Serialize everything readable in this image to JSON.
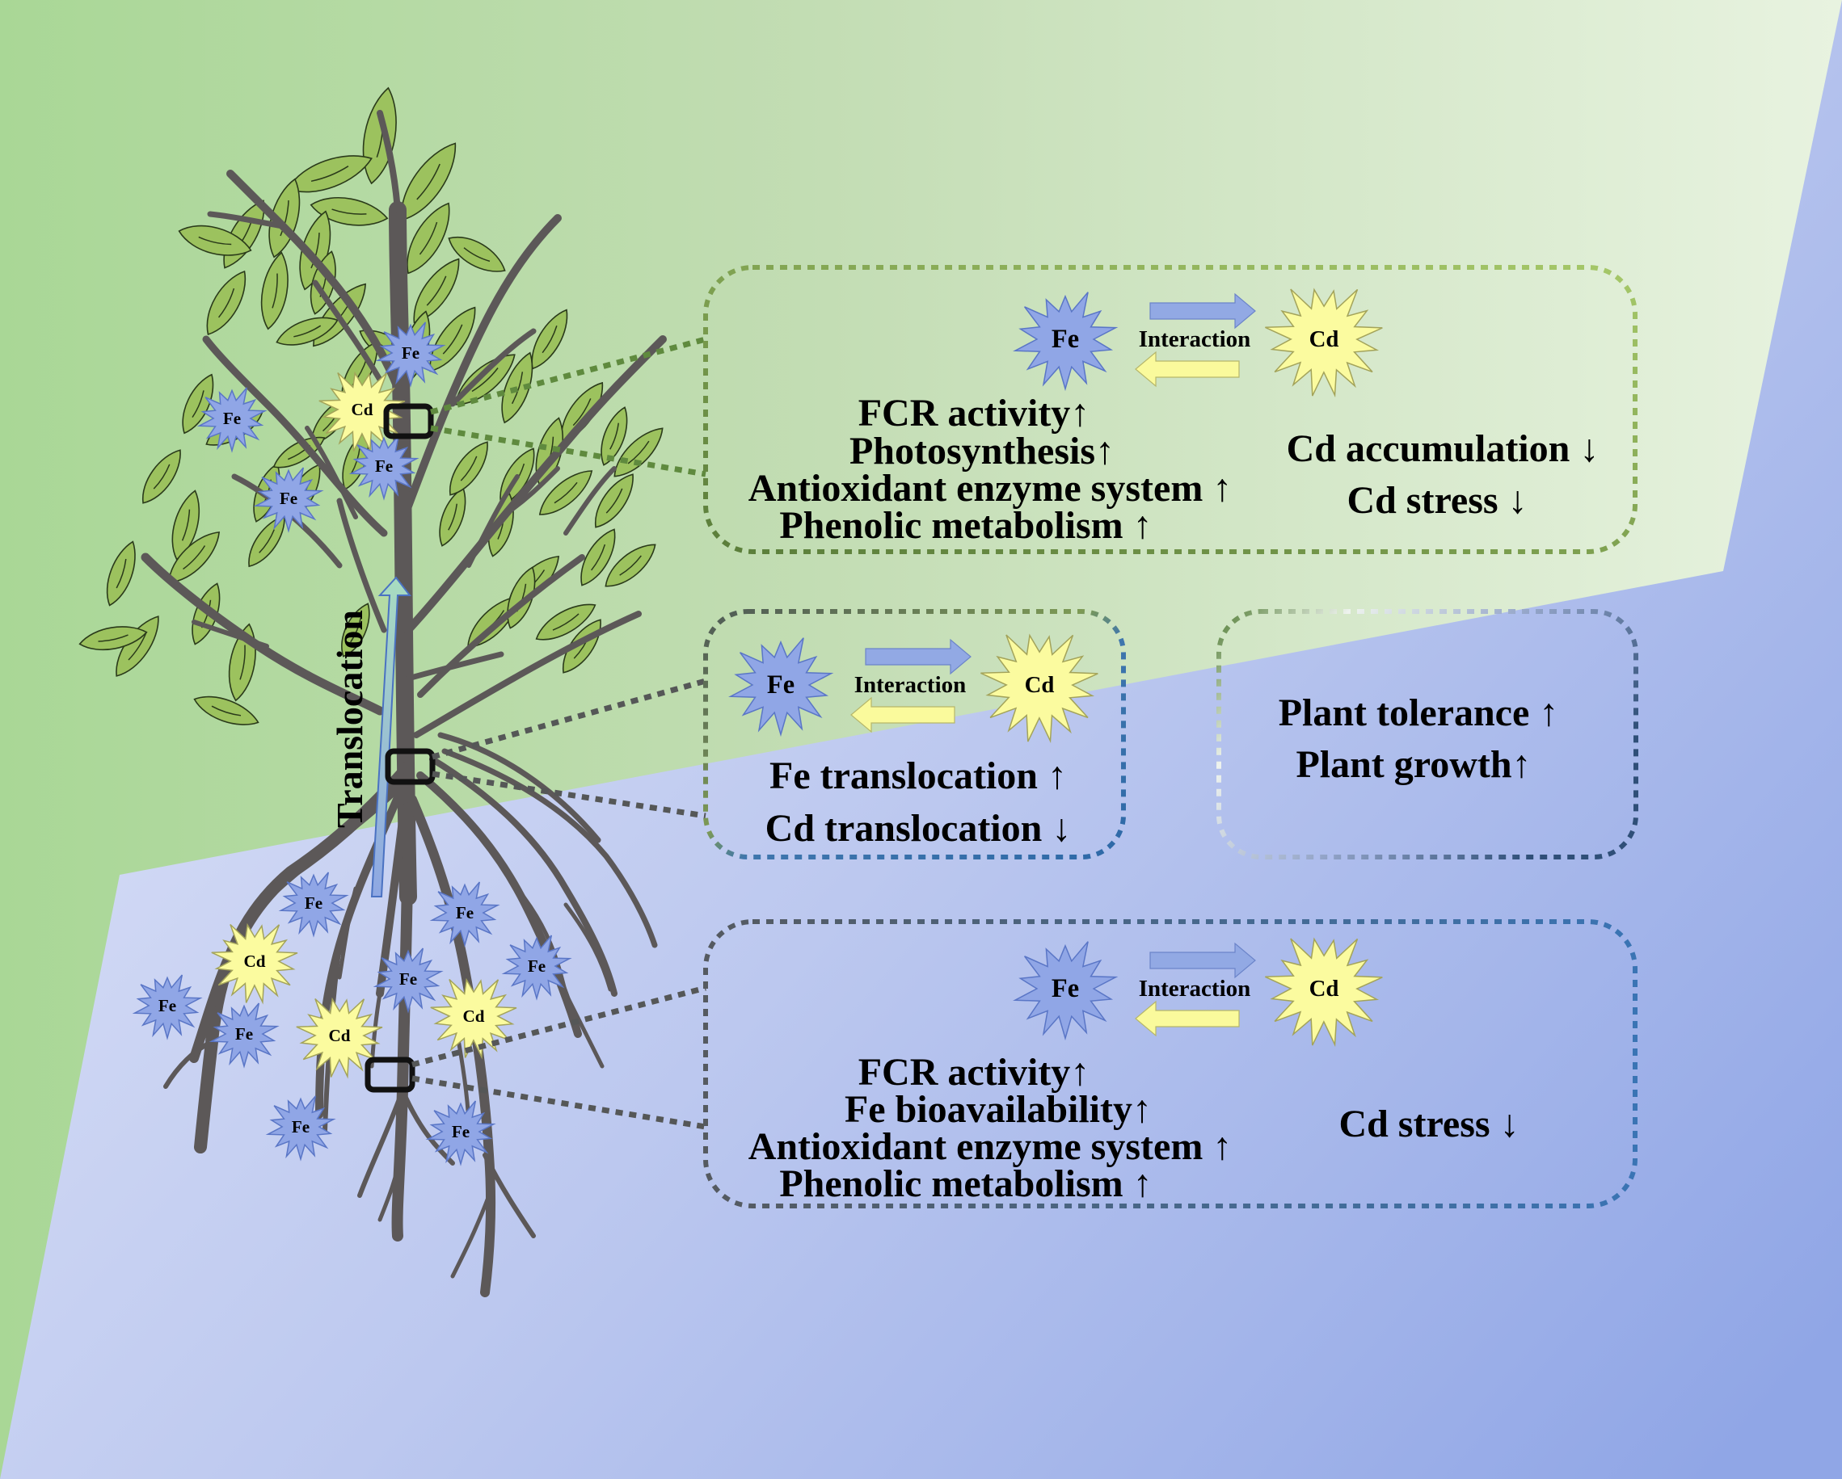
{
  "title": "Fe–Cd interaction mechanisms in plant",
  "colors": {
    "shoot_bg_left": "#afd99b",
    "shoot_bg_right": "#e6f2de",
    "soil_bg_left": "#dde2f7",
    "soil_bg_right": "#93a8e6",
    "fe_fill": "#90a6e6",
    "fe_stroke": "#5a76c6",
    "cd_fill": "#fbfb9f",
    "cd_stroke": "#a3a35a",
    "arrow_blue": "#92a9e4",
    "arrow_yellow": "#fafa9c",
    "leaf_fill": "#9cc25e",
    "branch": "#5c5858",
    "border_green": "#5f8a3e",
    "border_lightgreen": "#9dbd5d",
    "border_dark": "#4b5a66",
    "border_blue": "#3a6fa8"
  },
  "diagram": {
    "translocation_label": "Translocation",
    "plant_ions": [
      {
        "type": "Fe",
        "label": "Fe"
      },
      {
        "type": "Fe",
        "label": "Fe"
      },
      {
        "type": "Cd",
        "label": "Cd"
      },
      {
        "type": "Fe",
        "label": "Fe"
      },
      {
        "type": "Fe",
        "label": "Fe"
      },
      {
        "type": "Fe",
        "label": "Fe"
      },
      {
        "type": "Fe",
        "label": "Fe"
      },
      {
        "type": "Cd",
        "label": "Cd"
      },
      {
        "type": "Fe",
        "label": "Fe"
      },
      {
        "type": "Fe",
        "label": "Fe"
      },
      {
        "type": "Fe",
        "label": "Fe"
      },
      {
        "type": "Cd",
        "label": "Cd"
      },
      {
        "type": "Cd",
        "label": "Cd"
      },
      {
        "type": "Fe",
        "label": "Fe"
      },
      {
        "type": "Fe",
        "label": "Fe"
      }
    ],
    "boxes": {
      "leaf": {
        "fe_label": "Fe",
        "cd_label": "Cd",
        "interaction_label": "Interaction",
        "left_lines": [
          "FCR activity↑",
          "Photosynthesis↑",
          "Antioxidant  enzyme  system ↑",
          "Phenolic  metabolism ↑"
        ],
        "right_lines": [
          "Cd accumulation ↓",
          "Cd stress ↓"
        ]
      },
      "stem": {
        "fe_label": "Fe",
        "cd_label": "Cd",
        "interaction_label": "Interaction",
        "lines": [
          "Fe translocation ↑",
          "Cd translocation ↓"
        ]
      },
      "outcome": {
        "lines": [
          "Plant tolerance ↑",
          "Plant growth↑"
        ]
      },
      "root": {
        "fe_label": "Fe",
        "cd_label": "Cd",
        "interaction_label": "Interaction",
        "left_lines": [
          "FCR activity↑",
          "Fe bioavailability↑",
          "Antioxidant  enzyme  system ↑",
          "Phenolic  metabolism ↑"
        ],
        "right_lines": [
          "Cd stress ↓"
        ]
      }
    }
  }
}
